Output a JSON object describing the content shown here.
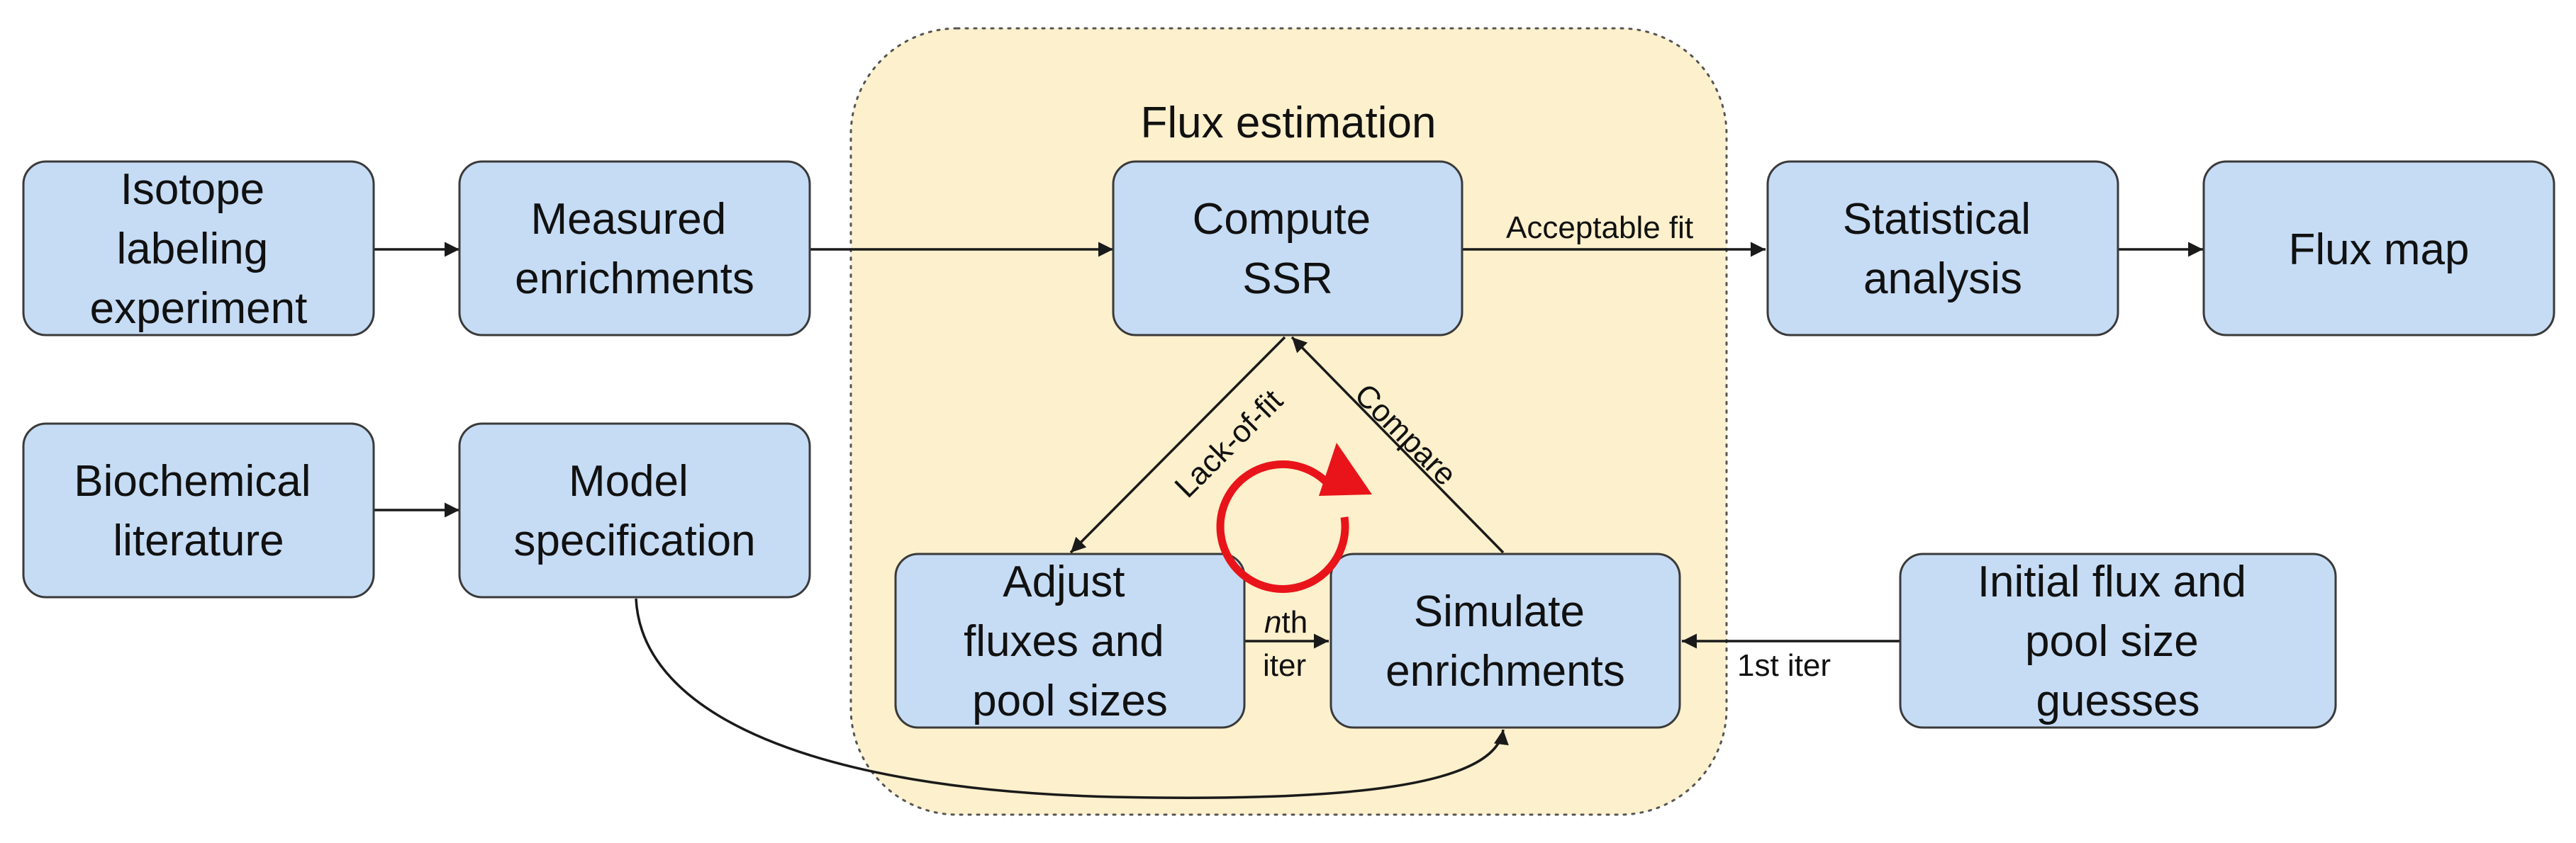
{
  "diagram": {
    "region_title": "Flux estimation",
    "nodes": {
      "isotope_experiment": [
        "Isotope",
        "labeling",
        "experiment"
      ],
      "measured_enrichments": [
        "Measured",
        "enrichments"
      ],
      "compute_ssr": [
        "Compute",
        "SSR"
      ],
      "statistical_analysis": [
        "Statistical",
        "analysis"
      ],
      "flux_map": [
        "Flux map"
      ],
      "biochemical_literature": [
        "Biochemical",
        "literature"
      ],
      "model_specification": [
        "Model",
        "specification"
      ],
      "adjust_fluxes": [
        "Adjust",
        "fluxes and",
        "pool sizes"
      ],
      "simulate_enrichments": [
        "Simulate",
        "enrichments"
      ],
      "initial_guesses": [
        "Initial flux and",
        "pool size",
        "guesses"
      ]
    },
    "edge_labels": {
      "acceptable_fit": "Acceptable fit",
      "lack_of_fit": "Lack-of-fit",
      "compare": "Compare",
      "nth_iter_n": "n",
      "nth_iter_th": "th",
      "nth_iter_iter": "iter",
      "first_iter": "1st iter"
    },
    "colors": {
      "box_fill": "#c6dcf5",
      "region_fill": "#fdf0cc",
      "cycle_arrow": "#e8141a"
    }
  }
}
